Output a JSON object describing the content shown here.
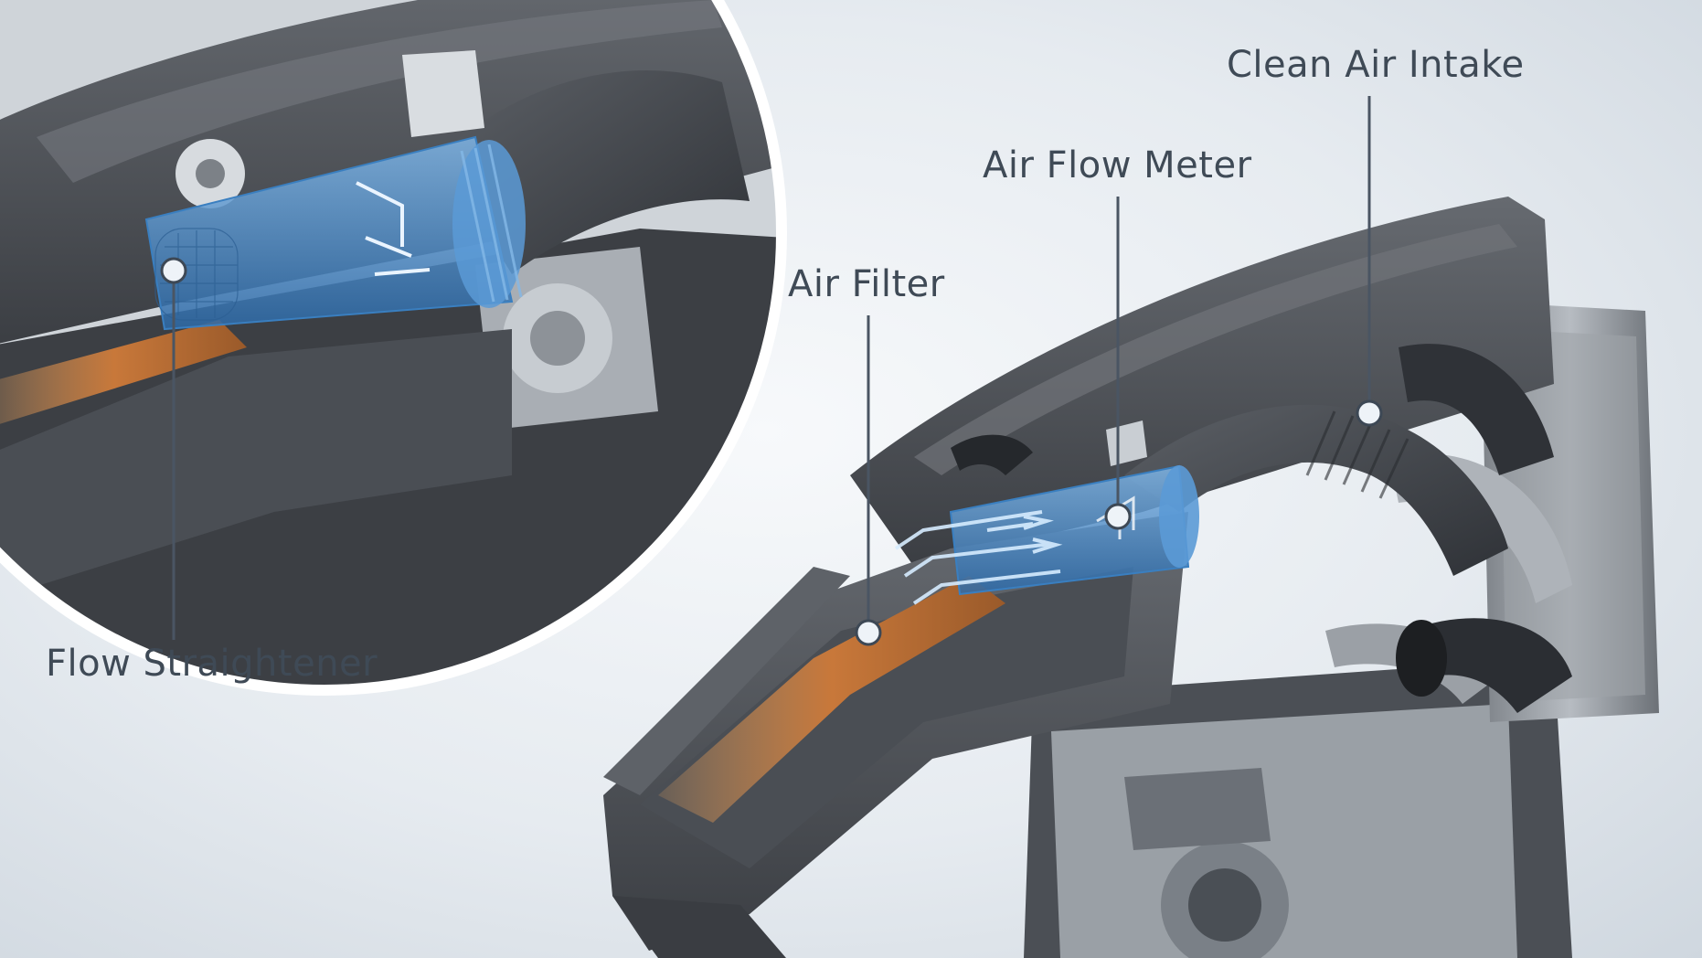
{
  "labels": {
    "clean_air_intake": "Clean Air Intake",
    "air_flow_meter": "Air Flow Meter",
    "air_filter": "Air Filter",
    "flow_straightener": "Flow Straightener"
  },
  "colors": {
    "background": "#e6ebf0",
    "label_text": "#3f4a56",
    "leader_line": "#4a5563",
    "engine_dark": "#3a3d42",
    "engine_mid": "#55595f",
    "engine_light": "#8b9097",
    "filter_orange": "#c8783a",
    "tube_blue": "#4a8fcf"
  },
  "icons": {
    "leader_dot": "circle-pin-icon"
  }
}
